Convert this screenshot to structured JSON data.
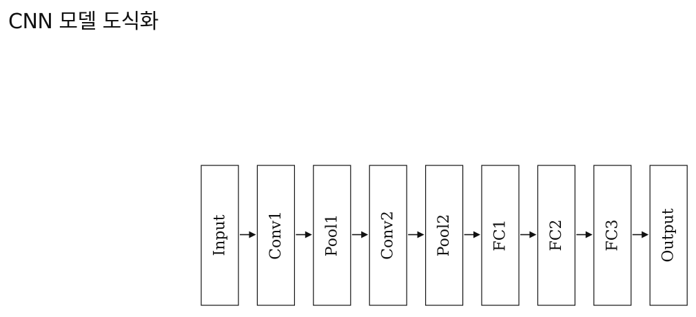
{
  "page": {
    "title": "CNN 모델 도식화"
  },
  "diagram": {
    "layers": [
      {
        "id": "input",
        "label": "Input"
      },
      {
        "id": "conv1",
        "label": "Conv1"
      },
      {
        "id": "pool1",
        "label": "Pool1"
      },
      {
        "id": "conv2",
        "label": "Conv2"
      },
      {
        "id": "pool2",
        "label": "Pool2"
      },
      {
        "id": "fc1",
        "label": "FC1"
      },
      {
        "id": "fc2",
        "label": "FC2"
      },
      {
        "id": "fc3",
        "label": "FC3"
      },
      {
        "id": "output",
        "label": "Output"
      }
    ],
    "connections": [
      [
        "input",
        "conv1"
      ],
      [
        "conv1",
        "pool1"
      ],
      [
        "pool1",
        "conv2"
      ],
      [
        "conv2",
        "pool2"
      ],
      [
        "pool2",
        "fc1"
      ],
      [
        "fc1",
        "fc2"
      ],
      [
        "fc2",
        "fc3"
      ],
      [
        "fc3",
        "output"
      ]
    ],
    "colors": {
      "stroke": "#111111",
      "fill": "#ffffff",
      "text": "#111111"
    }
  }
}
